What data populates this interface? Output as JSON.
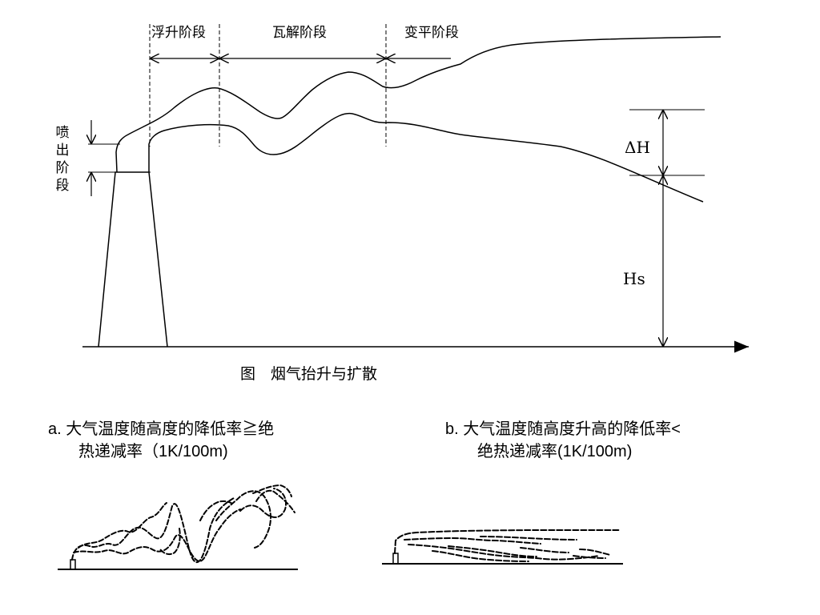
{
  "diagram": {
    "stages": {
      "buoyant_rise": "浮升阶段",
      "breakup": "瓦解阶段",
      "leveling": "变平阶段",
      "jet": [
        "喷",
        "出",
        "阶",
        "段"
      ]
    },
    "delta_h": "ΔH",
    "hs": "Hs",
    "caption": "图　烟气抬升与扩散"
  },
  "cases": {
    "a": {
      "line1": "a.  大气温度随高度的降低率≧绝",
      "line2": "热递减率（1K/100m)"
    },
    "b": {
      "line1": "b. 大气温度随高度升高的降低率<",
      "line2": "绝热递减率(1K/100m)"
    }
  }
}
